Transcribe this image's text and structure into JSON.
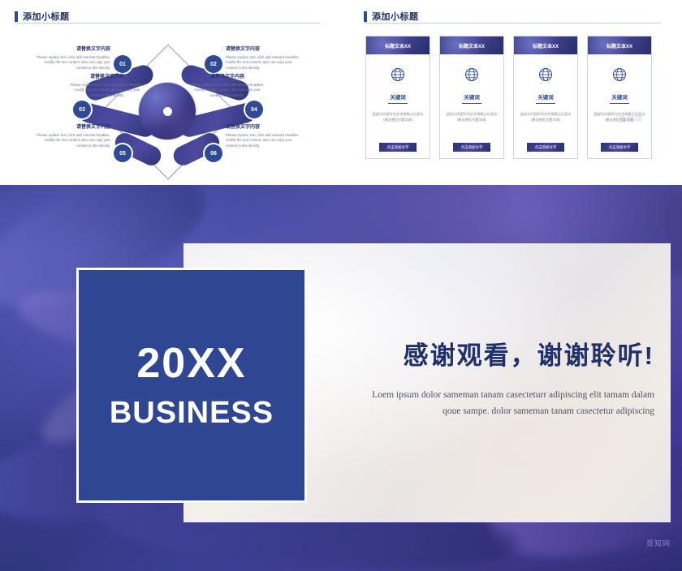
{
  "slides": {
    "thumb_left": {
      "heading": "添加小标题",
      "nodes": [
        "01",
        "02",
        "03",
        "04",
        "05",
        "06"
      ],
      "blocks": [
        {
          "title": "请替换文字内容",
          "body": "Please replace text, click add relevant headline, modify the text content, also can copy your content to this directly."
        },
        {
          "title": "请替换文字内容",
          "body": "Please replace text, click add relevant headline, modify the text content, also can copy your content to this directly."
        },
        {
          "title": "请替换文字内容",
          "body": "Please replace text, click add relevant headline, modify the text content, also can copy your content to this directly."
        },
        {
          "title": "请替换文字内容",
          "body": "Please replace text, click add relevant headline, modify the text content, also can copy your content to this directly."
        },
        {
          "title": "请替换文字内容",
          "body": "Please replace text, click add relevant headline, modify the text content, also can copy your content to this directly."
        },
        {
          "title": "请替换文字内容",
          "body": "Please replace text, click add relevant headline, modify the text content, also can copy your content to this directly."
        }
      ]
    },
    "thumb_right": {
      "heading": "添加小标题",
      "cards": [
        {
          "header": "标题文本XX",
          "keyword": "关键词",
          "desc": "此部分内容作为文字排版占位显示（建议使用主题字体）",
          "button": "点击添加文字"
        },
        {
          "header": "标题文本XX",
          "keyword": "关键词",
          "desc": "此部分内容作为文字排版占位显示（建议使用主题字体）",
          "button": "点击添加文字"
        },
        {
          "header": "标题文本XX",
          "keyword": "关键词",
          "desc": "此部分内容作为文字排版占位显示（建议使用主题字体）",
          "button": "点击添加文字"
        },
        {
          "header": "标题文本XX",
          "keyword": "关键词",
          "desc": "此部分内容作为文字排版占位显示（建议使用主题字体）",
          "button": "点击添加文字"
        }
      ]
    },
    "closing": {
      "year": "20XX",
      "business": "BUSINESS",
      "thanks": "感谢观看，谢谢聆听!",
      "subtitle_line1": "Loem ipsum dolor sameman tanam casecteturr adipiscing elit tamam dalam",
      "subtitle_line2": "qoue sampe. dolor sameman tanam casectetur adipiscing",
      "watermark": "觅知网"
    }
  },
  "colors": {
    "accent": "#2e4a96",
    "badge_bg": "#2f4693",
    "heading_text": "#1c2e5e",
    "body_text": "#6c7490",
    "thanks_text": "#20306a"
  }
}
